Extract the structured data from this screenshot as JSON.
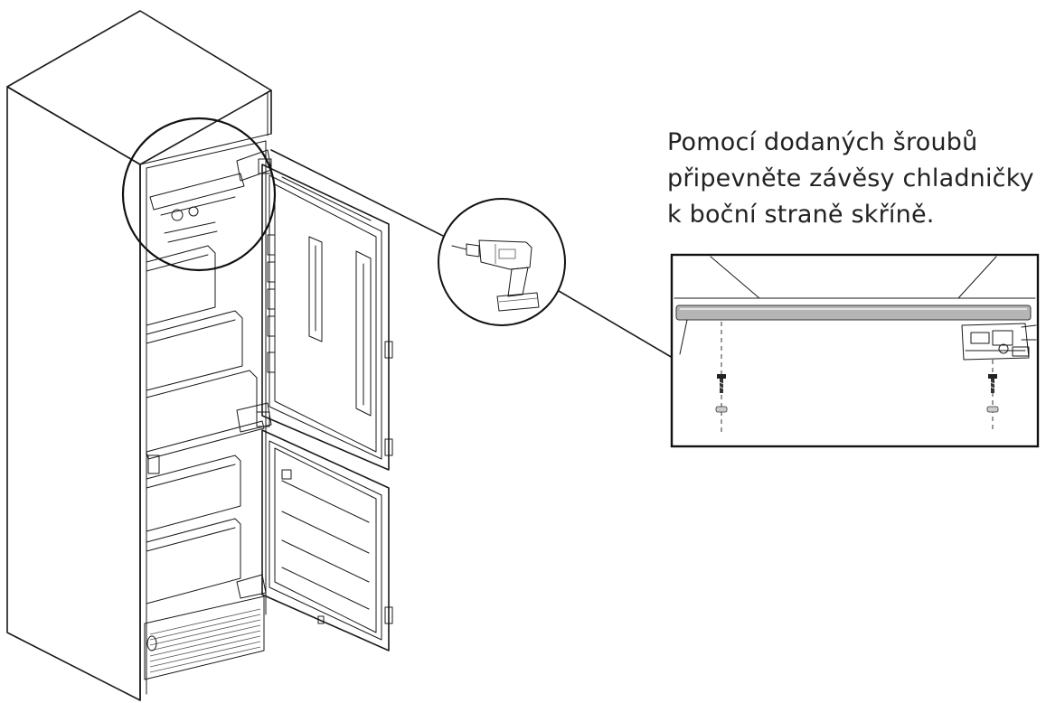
{
  "instruction": {
    "line1": "Pomocí dodaných šroubů",
    "line2": "připevněte závěsy chladničky",
    "line3": "k boční straně skříně."
  },
  "colors": {
    "line": "#1a1a1a",
    "hinge_bar": "#b5b5b5",
    "background": "#ffffff"
  },
  "icons": [
    "cordless-drill-icon",
    "screw-icon",
    "washer-icon",
    "hinge-icon"
  ]
}
